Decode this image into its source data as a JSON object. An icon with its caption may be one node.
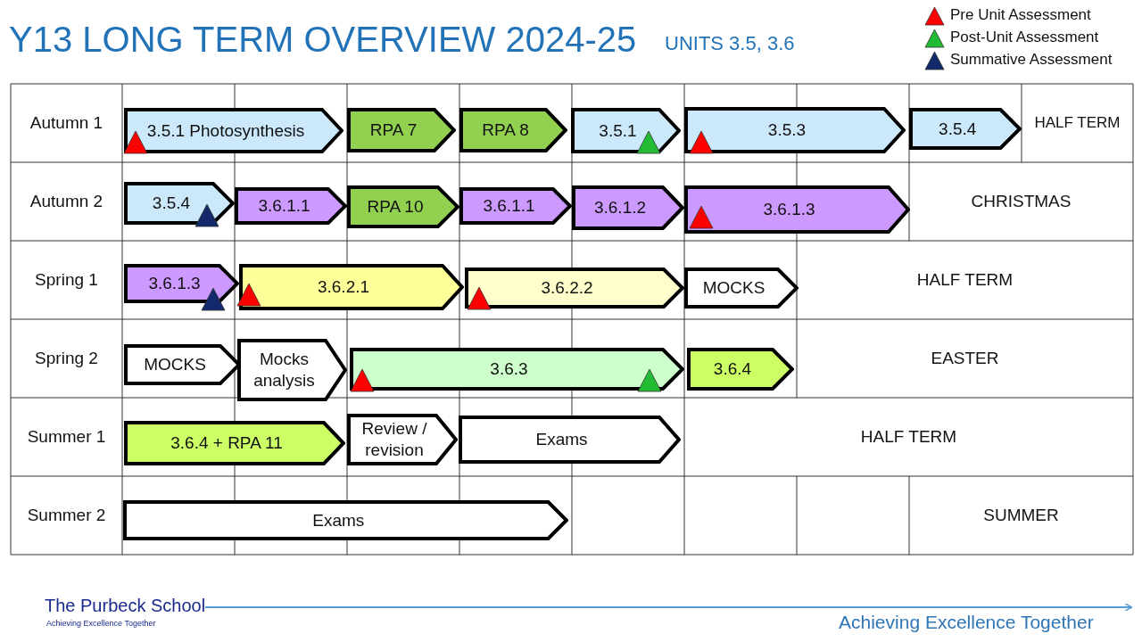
{
  "diagram": {
    "title": "Y13 LONG TERM OVERVIEW 2024-25",
    "nodes": [
      {
        "text": [
          "3.5.1 Photosynthesis"
        ]
      },
      {
        "text": [
          "RPA 7"
        ]
      },
      {
        "text": [
          "RPA 8"
        ]
      },
      {
        "text": [
          "3.5.1"
        ]
      },
      {
        "text": [
          "3.5.3"
        ]
      },
      {
        "text": [
          "3.5.4"
        ]
      },
      {
        "text": [
          "3.5.4"
        ]
      },
      {
        "text": [
          "3.6.1.1"
        ]
      },
      {
        "text": [
          "RPA 10"
        ]
      },
      {
        "text": [
          "3.6.1.1"
        ]
      },
      {
        "text": [
          "3.6.1.2"
        ]
      },
      {
        "text": [
          "3.6.1.3"
        ]
      },
      {
        "text": [
          "3.6.1.3"
        ]
      },
      {
        "text": [
          "3.6.2.1"
        ]
      },
      {
        "text": [
          "3.6.2.2"
        ]
      },
      {
        "text": [
          "MOCKS"
        ]
      },
      {
        "text": [
          "MOCKS"
        ]
      },
      {
        "text": [
          "Mocks analysis"
        ]
      },
      {
        "text": [
          "3.6.3"
        ]
      },
      {
        "text": [
          "3.6.4"
        ]
      },
      {
        "text": [
          "3.6.4 + RPA 11"
        ]
      },
      {
        "text": [
          "Review / revision"
        ]
      },
      {
        "text": [
          "Exams"
        ]
      },
      {
        "text": [
          "Exams"
        ]
      }
    ],
    "edges": [],
    "labels": [
      "UNITS 3.5, 3.6",
      "Autumn 1",
      "HALF TERM",
      "Autumn 2",
      "CHRISTMAS",
      "Spring 1",
      "HALF TERM",
      "Spring 2",
      "EASTER",
      "Summer 1",
      "HALF TERM",
      "Summer 2",
      "SUMMER",
      "The Purbeck School",
      "Achieving Excellence Together",
      "Achieving Excellence Together"
    ],
    "legend": [
      {
        "text": "Pre Unit Assessment",
        "color": "#ff0000"
      },
      {
        "text": "Post-Unit Assessment",
        "color": "#22bb33"
      },
      {
        "text": "Summative Assessment",
        "color": "#13296b"
      }
    ]
  }
}
